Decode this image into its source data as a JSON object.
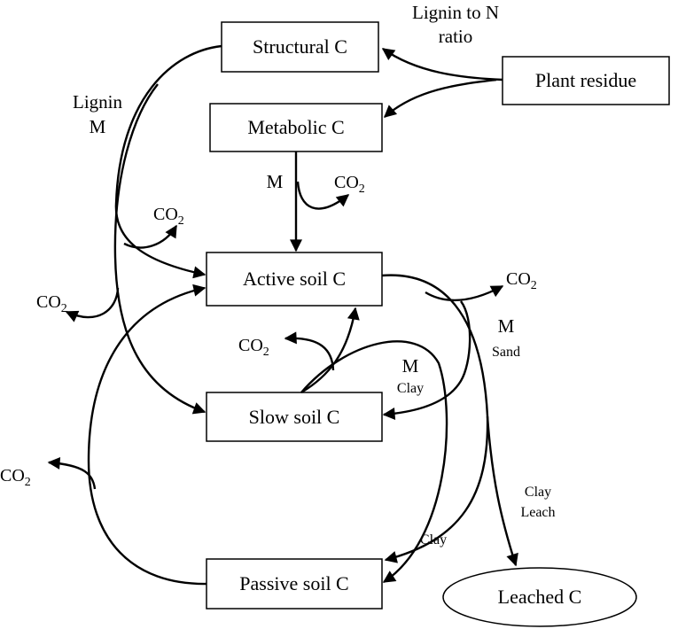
{
  "boxes": {
    "structural": "Structural C",
    "metabolic": "Metabolic C",
    "plant_residue": "Plant residue",
    "active": "Active soil C",
    "slow": "Slow soil C",
    "passive": "Passive soil C",
    "leached": "Leached C"
  },
  "labels": {
    "lignin_to_n_line1": "Lignin to N",
    "lignin_to_n_line2": "ratio",
    "lignin": "Lignin",
    "m_left": "M",
    "m_metabolic": "M",
    "m_sand": "M",
    "sand": "Sand",
    "m_clay": "M",
    "clay_slow": "Clay",
    "clay_leach_line1": "Clay",
    "clay_leach_line2": "Leach",
    "clay_passive": "Clay"
  },
  "co2": {
    "main": "CO",
    "subscript": "2"
  }
}
